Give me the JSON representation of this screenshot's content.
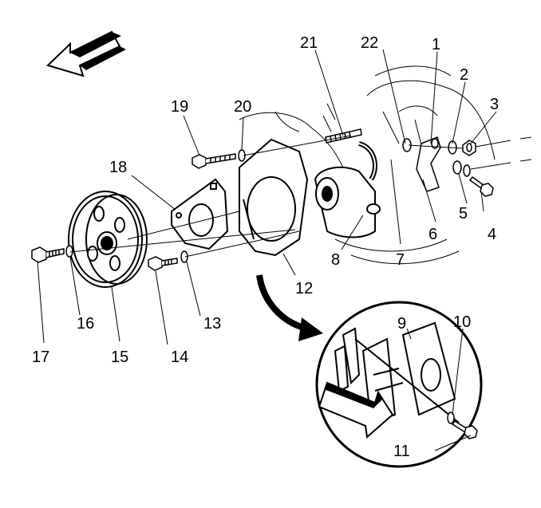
{
  "callouts": [
    {
      "id": "1",
      "text": "1"
    },
    {
      "id": "2",
      "text": "2"
    },
    {
      "id": "3",
      "text": "3"
    },
    {
      "id": "4",
      "text": "4"
    },
    {
      "id": "5",
      "text": "5"
    },
    {
      "id": "6",
      "text": "6"
    },
    {
      "id": "7",
      "text": "7"
    },
    {
      "id": "8",
      "text": "8"
    },
    {
      "id": "9",
      "text": "9"
    },
    {
      "id": "10",
      "text": "10"
    },
    {
      "id": "11",
      "text": "11"
    },
    {
      "id": "12",
      "text": "12"
    },
    {
      "id": "13",
      "text": "13"
    },
    {
      "id": "14",
      "text": "14"
    },
    {
      "id": "15",
      "text": "15"
    },
    {
      "id": "16",
      "text": "16"
    },
    {
      "id": "17",
      "text": "17"
    },
    {
      "id": "18",
      "text": "18"
    },
    {
      "id": "19",
      "text": "19"
    },
    {
      "id": "20",
      "text": "20"
    },
    {
      "id": "21",
      "text": "21"
    },
    {
      "id": "22",
      "text": "22"
    }
  ],
  "icons": {
    "direction_arrow": "front-direction-arrow-icon",
    "detail_arrow": "detail-pointer-arrow-icon"
  },
  "colors": {
    "line": "#000000",
    "background": "#ffffff"
  }
}
